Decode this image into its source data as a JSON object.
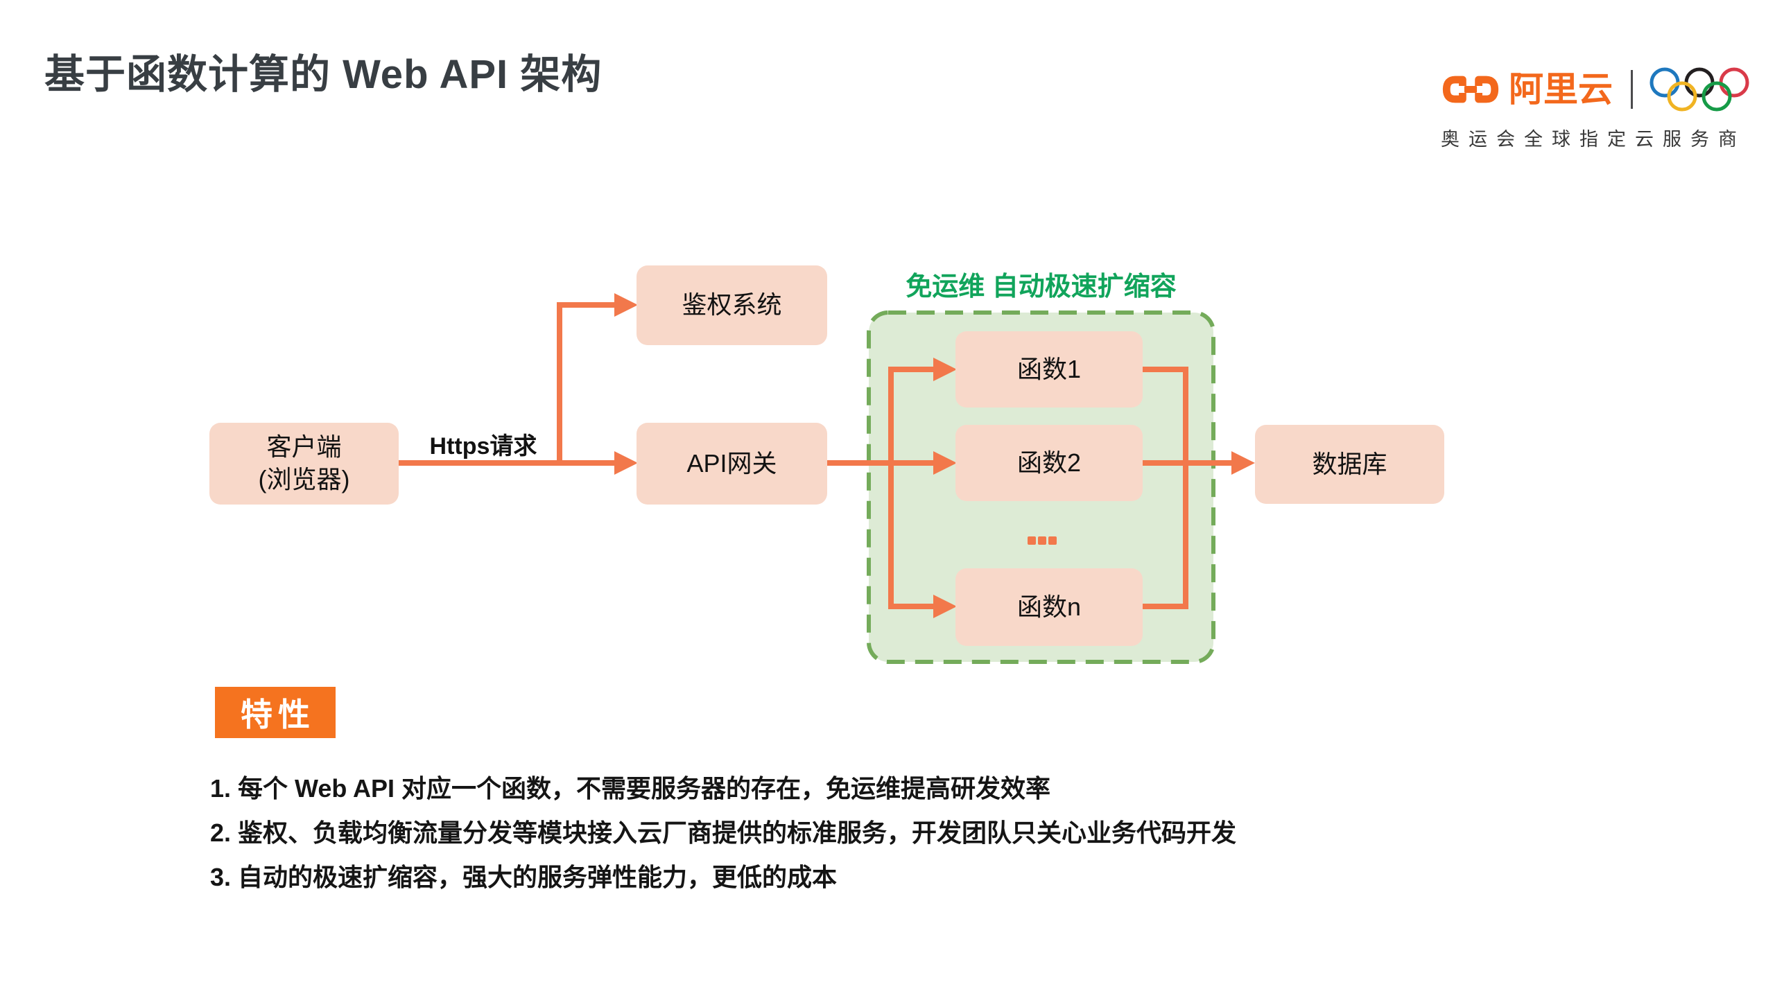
{
  "page": {
    "title": "基于函数计算的 Web API 架构"
  },
  "brand": {
    "name": "阿里云",
    "tagline": "奥运会全球指定云服务商",
    "logo_icon": "alibaba-cloud-brackets-icon",
    "rings_icon": "olympic-rings-icon",
    "colors": {
      "logo_orange": "#F3681C",
      "ring_blue": "#1E78BE",
      "ring_black": "#231F20",
      "ring_red": "#D93A49",
      "ring_yellow": "#F0B323",
      "ring_green": "#169B47"
    }
  },
  "diagram": {
    "edge_label": "Https请求",
    "container_label": "免运维 自动极速扩缩容",
    "ellipsis": "...",
    "nodes": {
      "client_line1": "客户端",
      "client_line2": "(浏览器)",
      "auth": "鉴权系统",
      "gateway": "API网关",
      "fn1": "函数1",
      "fn2": "函数2",
      "fnn": "函数n",
      "db": "数据库"
    },
    "colors": {
      "node_fill": "#F8D8C9",
      "arrow_orange": "#F2784B",
      "container_fill": "#DDEBD5",
      "container_border": "#74AB5A",
      "container_label_green": "#11A45B"
    }
  },
  "features": {
    "badge": "特性",
    "badge_color": "#F5731F",
    "items": [
      "1. 每个 Web API 对应一个函数，不需要服务器的存在，免运维提高研发效率",
      "2. 鉴权、负载均衡流量分发等模块接入云厂商提供的标准服务，开发团队只关心业务代码开发",
      "3. 自动的极速扩缩容，强大的服务弹性能力，更低的成本"
    ]
  }
}
